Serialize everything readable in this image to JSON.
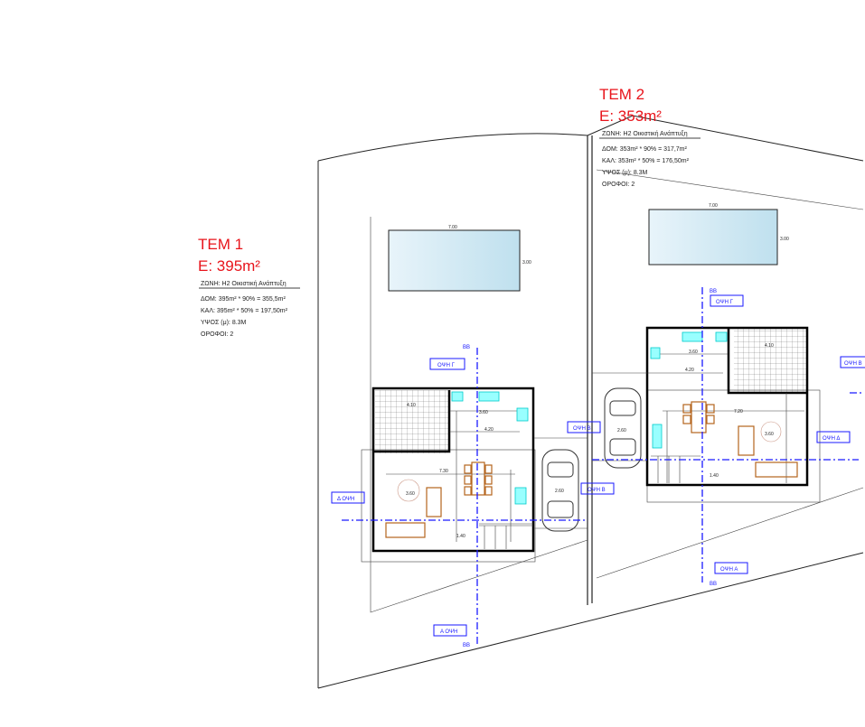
{
  "plots": [
    {
      "title": "ΤΕΜ 1",
      "area": "Ε: 395m²",
      "zone": "ΖΩΝΗ:  Η2 Οικιστική Ανάπτυξη",
      "lines": [
        "ΔΟΜ: 395m²  * 90% = 355,5m²",
        "ΚΑΛ:  395m²  * 50% = 197,50m²",
        "ΥΨΟΣ (μ): 8.3Μ",
        "ΟΡΟΦΟΙ:  2"
      ]
    },
    {
      "title": "ΤΕΜ 2",
      "area": "Ε: 353m²",
      "zone": "ΖΩΝΗ:  Η2 Οικιστική Ανάπτυξη",
      "lines": [
        "ΔΟΜ: 353m²  * 90% = 317,7m²",
        "ΚΑΛ:  353m²  * 50% = 176,50m²",
        "ΥΨΟΣ (μ): 8.3Μ",
        "ΟΡΟΦΟΙ:  2"
      ]
    }
  ],
  "elevation_tags": {
    "h1_gamma": "ΟΨΗ Γ",
    "h1_beta_top": "ΟΨΗ Β",
    "h1_delta": "Δ ΟΨΗ",
    "h1_beta": "ΟΨΗ Β",
    "h1_alpha": "Α ΟΨΗ",
    "h2_gamma": "ΟΨΗ Γ",
    "h2_beta": "ΟΨΗ Β",
    "h2_delta": "ΟΨΗ Δ",
    "h2_alpha": "ΟΨΗ Α",
    "section": "ΒΒ"
  },
  "dimensions": {
    "pool_len": "7.00",
    "pool_w": "3.00",
    "terrace": "4.10",
    "kitchen": "3.60",
    "dining": "4.20",
    "living_h1": "7.30",
    "living_h2": "7.20",
    "rug": "3.60",
    "wc": "1.40",
    "car": "2.60"
  }
}
